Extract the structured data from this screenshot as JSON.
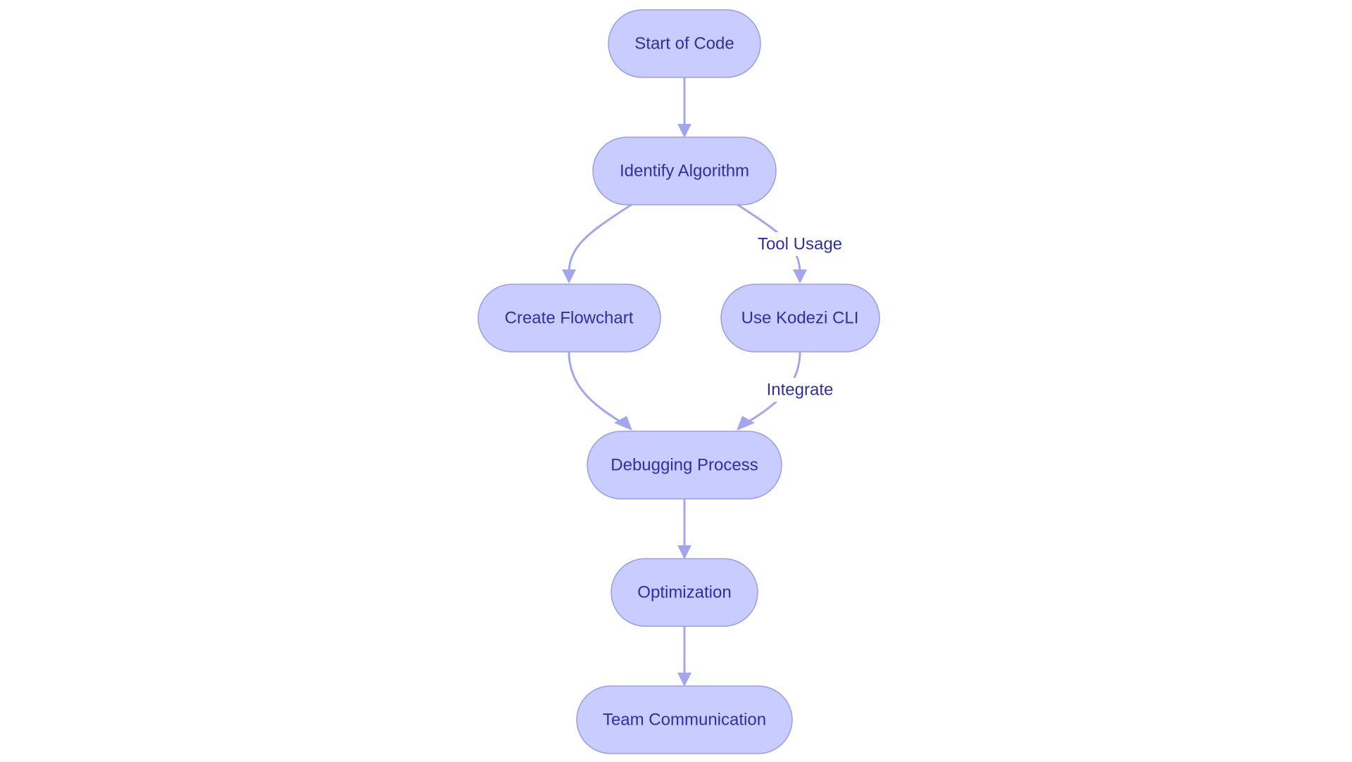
{
  "diagram": {
    "colors": {
      "node_fill": "#c8ccff",
      "node_stroke": "#9a9ee6",
      "edge": "#a3a6ec",
      "text": "#2f2fa0"
    },
    "nodes": [
      {
        "id": "start",
        "label": "Start of Code"
      },
      {
        "id": "identify",
        "label": "Identify Algorithm"
      },
      {
        "id": "flowchart",
        "label": "Create Flowchart"
      },
      {
        "id": "kodezi",
        "label": "Use Kodezi CLI"
      },
      {
        "id": "debugging",
        "label": "Debugging Process"
      },
      {
        "id": "optimization",
        "label": "Optimization"
      },
      {
        "id": "team",
        "label": "Team Communication"
      }
    ],
    "edges": [
      {
        "from": "start",
        "to": "identify",
        "label": ""
      },
      {
        "from": "identify",
        "to": "flowchart",
        "label": ""
      },
      {
        "from": "identify",
        "to": "kodezi",
        "label": "Tool Usage"
      },
      {
        "from": "flowchart",
        "to": "debugging",
        "label": ""
      },
      {
        "from": "kodezi",
        "to": "debugging",
        "label": "Integrate"
      },
      {
        "from": "debugging",
        "to": "optimization",
        "label": ""
      },
      {
        "from": "optimization",
        "to": "team",
        "label": ""
      }
    ]
  }
}
